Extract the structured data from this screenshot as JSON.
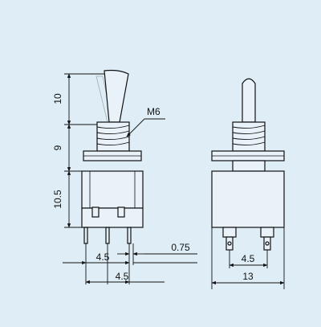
{
  "background_color": "#dfeef6",
  "line_color": "#111111",
  "labels": {
    "dim_lever_height": "10",
    "dim_bushing_height": "9",
    "dim_body_height": "10.5",
    "thread": "M6",
    "dim_pin_spacing_side": "4.5",
    "dim_pin_offset_side": "4.5",
    "dim_pin_thickness": "0.75",
    "dim_pin_spacing_front": "4.5",
    "dim_body_width": "13"
  }
}
